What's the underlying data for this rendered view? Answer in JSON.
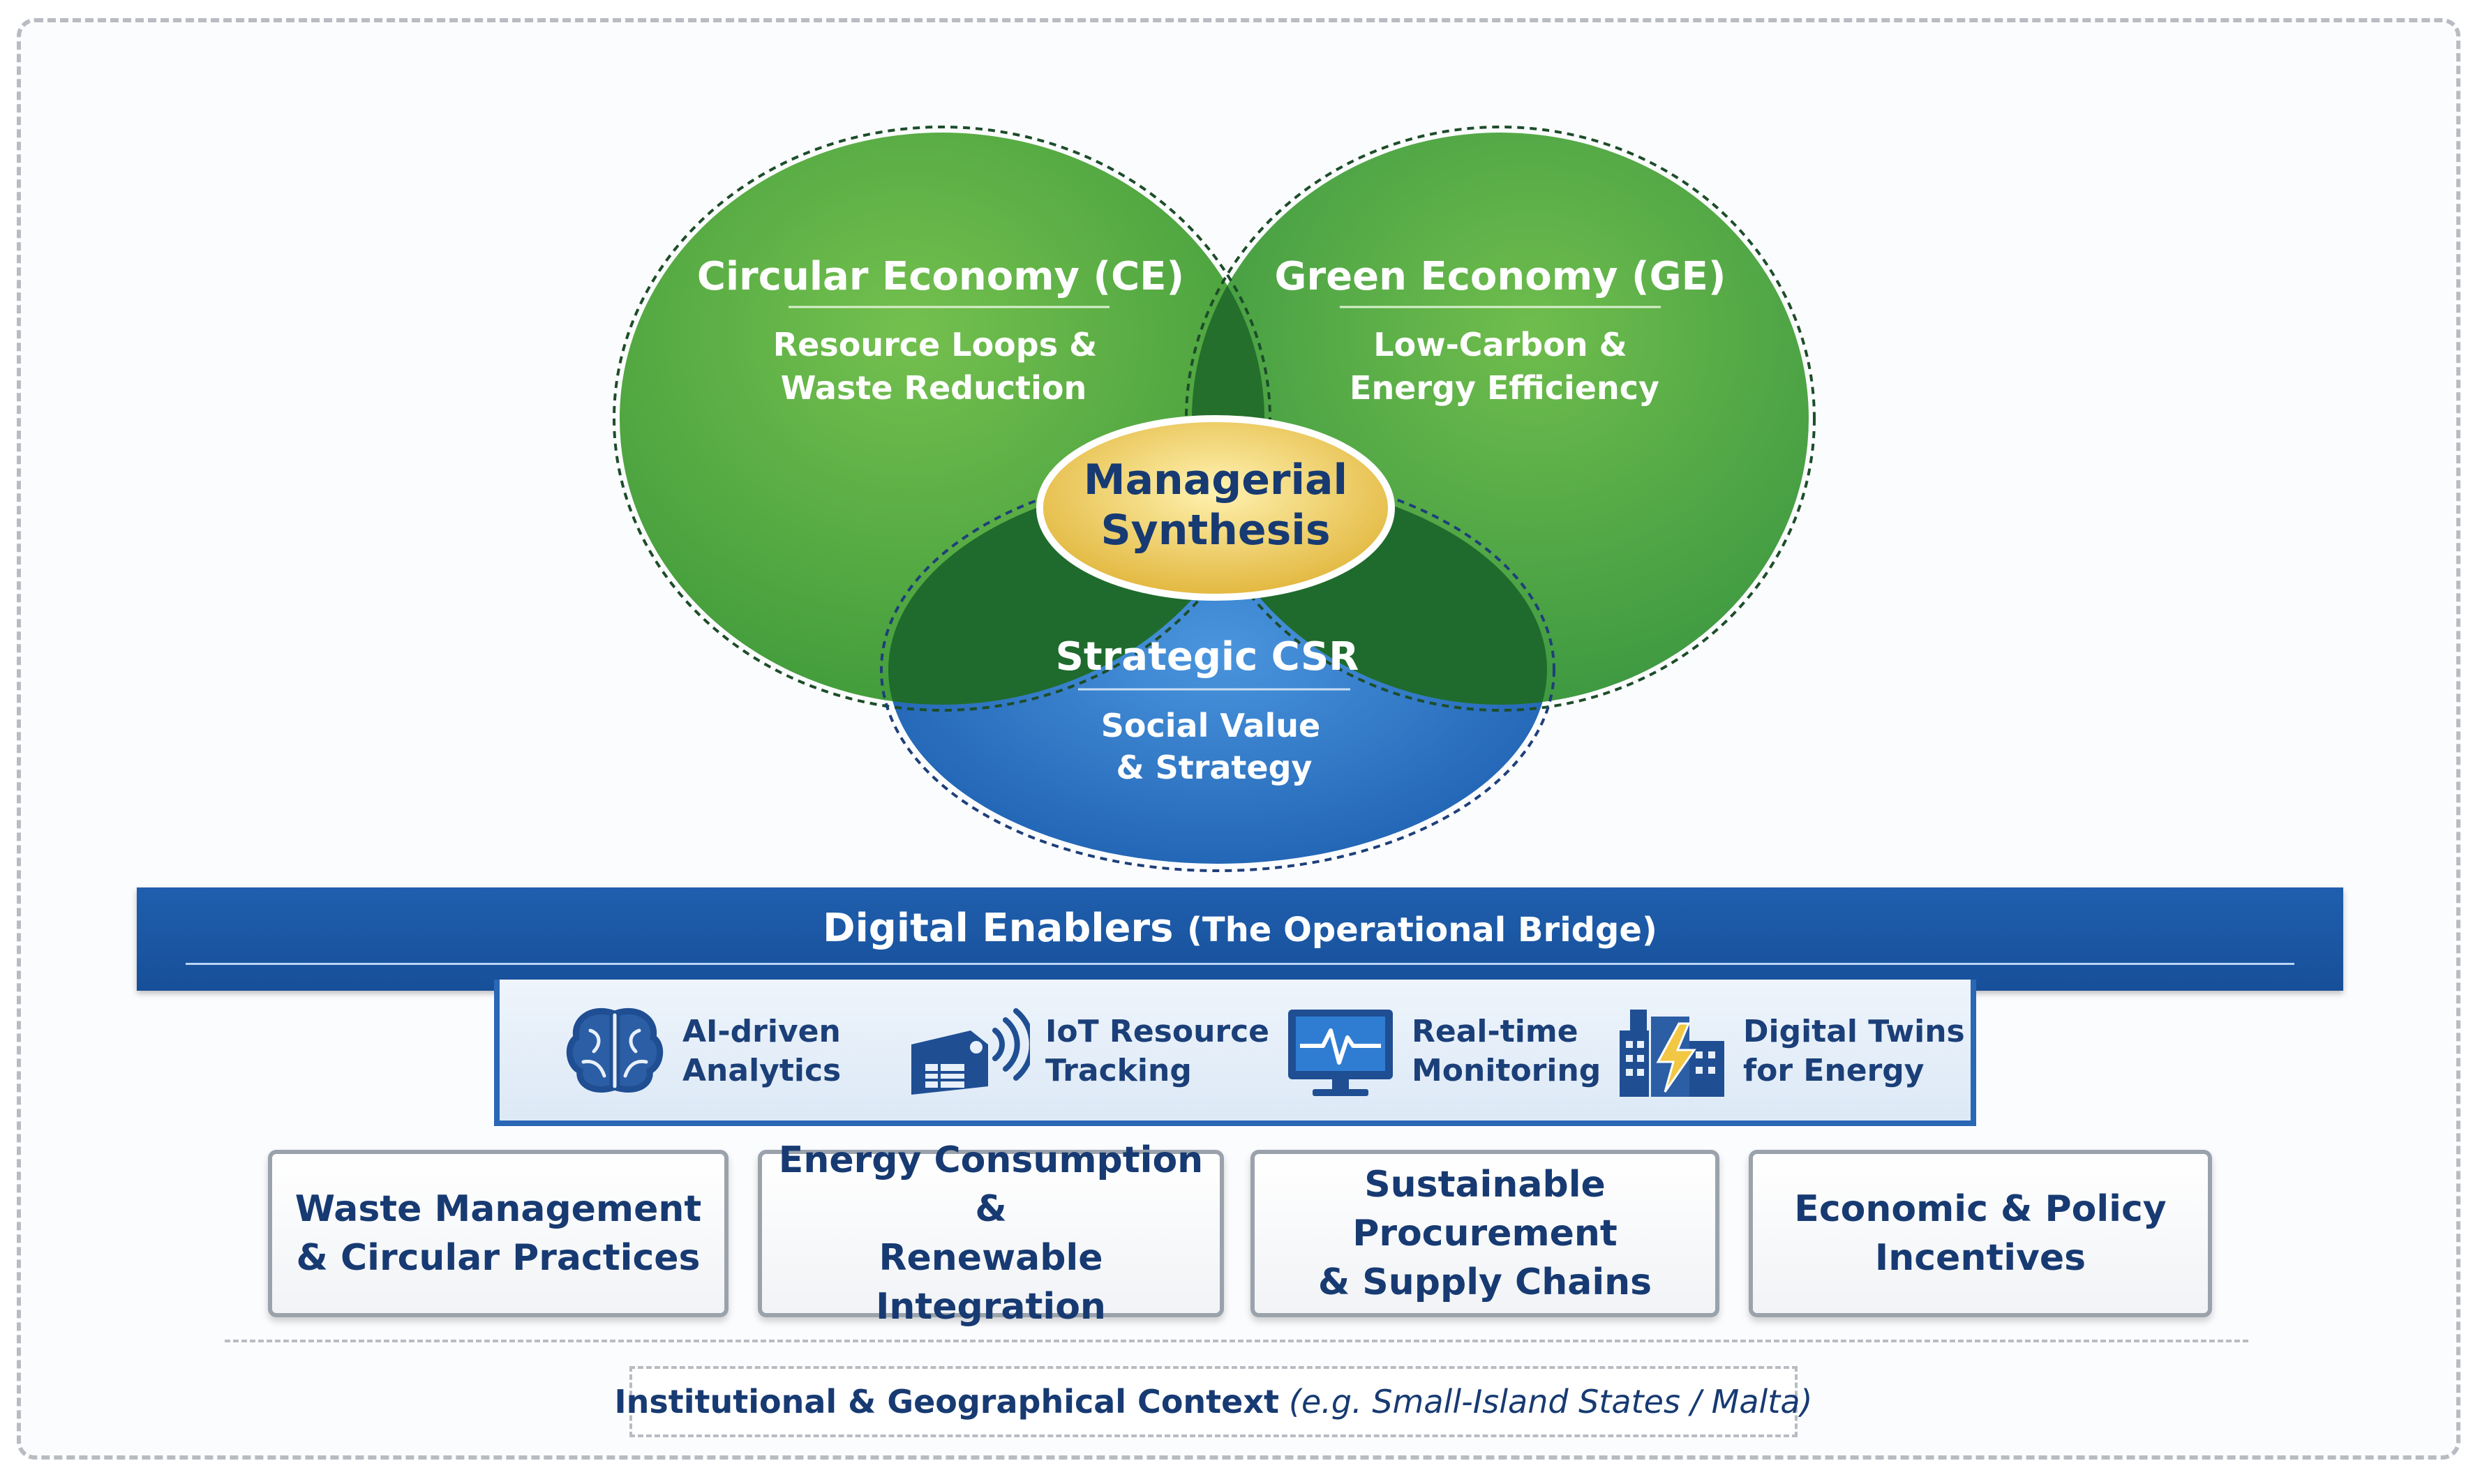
{
  "circles": {
    "ce": {
      "title": "Circular Economy (CE)",
      "line1": "Resource Loops &",
      "line2": "Waste Reduction"
    },
    "ge": {
      "title": "Green Economy (GE)",
      "line1": "Low-Carbon &",
      "line2": "Energy Efficiency"
    },
    "csr": {
      "title": "Strategic CSR",
      "line1": "Social Value",
      "line2": "& Strategy"
    },
    "center": {
      "line1": "Managerial",
      "line2": "Synthesis"
    }
  },
  "bridge": {
    "title": "Digital Enablers",
    "subtitle": "(The Operational Bridge)"
  },
  "enablers": [
    {
      "label": "AI-driven\nAnalytics",
      "icon": "brain-icon"
    },
    {
      "label": "IoT Resource\nTracking",
      "icon": "iot-tag-icon"
    },
    {
      "label": "Real-time\nMonitoring",
      "icon": "monitor-pulse-icon"
    },
    {
      "label": "Digital Twins\nfor Energy",
      "icon": "building-energy-icon"
    }
  ],
  "domains": [
    "Waste Management\n& Circular Practices",
    "Energy Consumption &\nRenewable Integration",
    "Sustainable Procurement\n& Supply Chains",
    "Economic & Policy\nIncentives"
  ],
  "context": {
    "label": "Institutional & Geographical Context",
    "example": "(e.g. Small-Island States / Malta)"
  },
  "colors": {
    "green": "#4fa53e",
    "blue": "#2473c4",
    "gold": "#f0cf62",
    "navy": "#173a72"
  }
}
